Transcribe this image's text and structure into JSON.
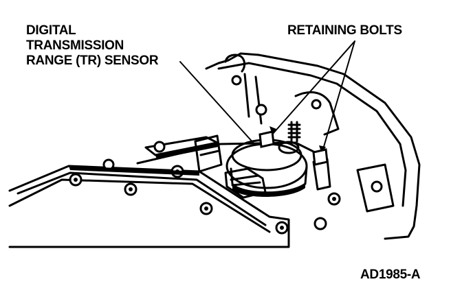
{
  "callouts": {
    "sensor_lines": [
      "DIGITAL",
      "TRANSMISSION",
      "RANGE (TR) SENSOR"
    ],
    "bolts": "RETAINING BOLTS"
  },
  "figure_id": "AD1985-A",
  "icons": [
    "transmission-case",
    "tr-sensor",
    "electrical-connector",
    "retaining-bolt",
    "case-bolt",
    "leader-arrow"
  ]
}
